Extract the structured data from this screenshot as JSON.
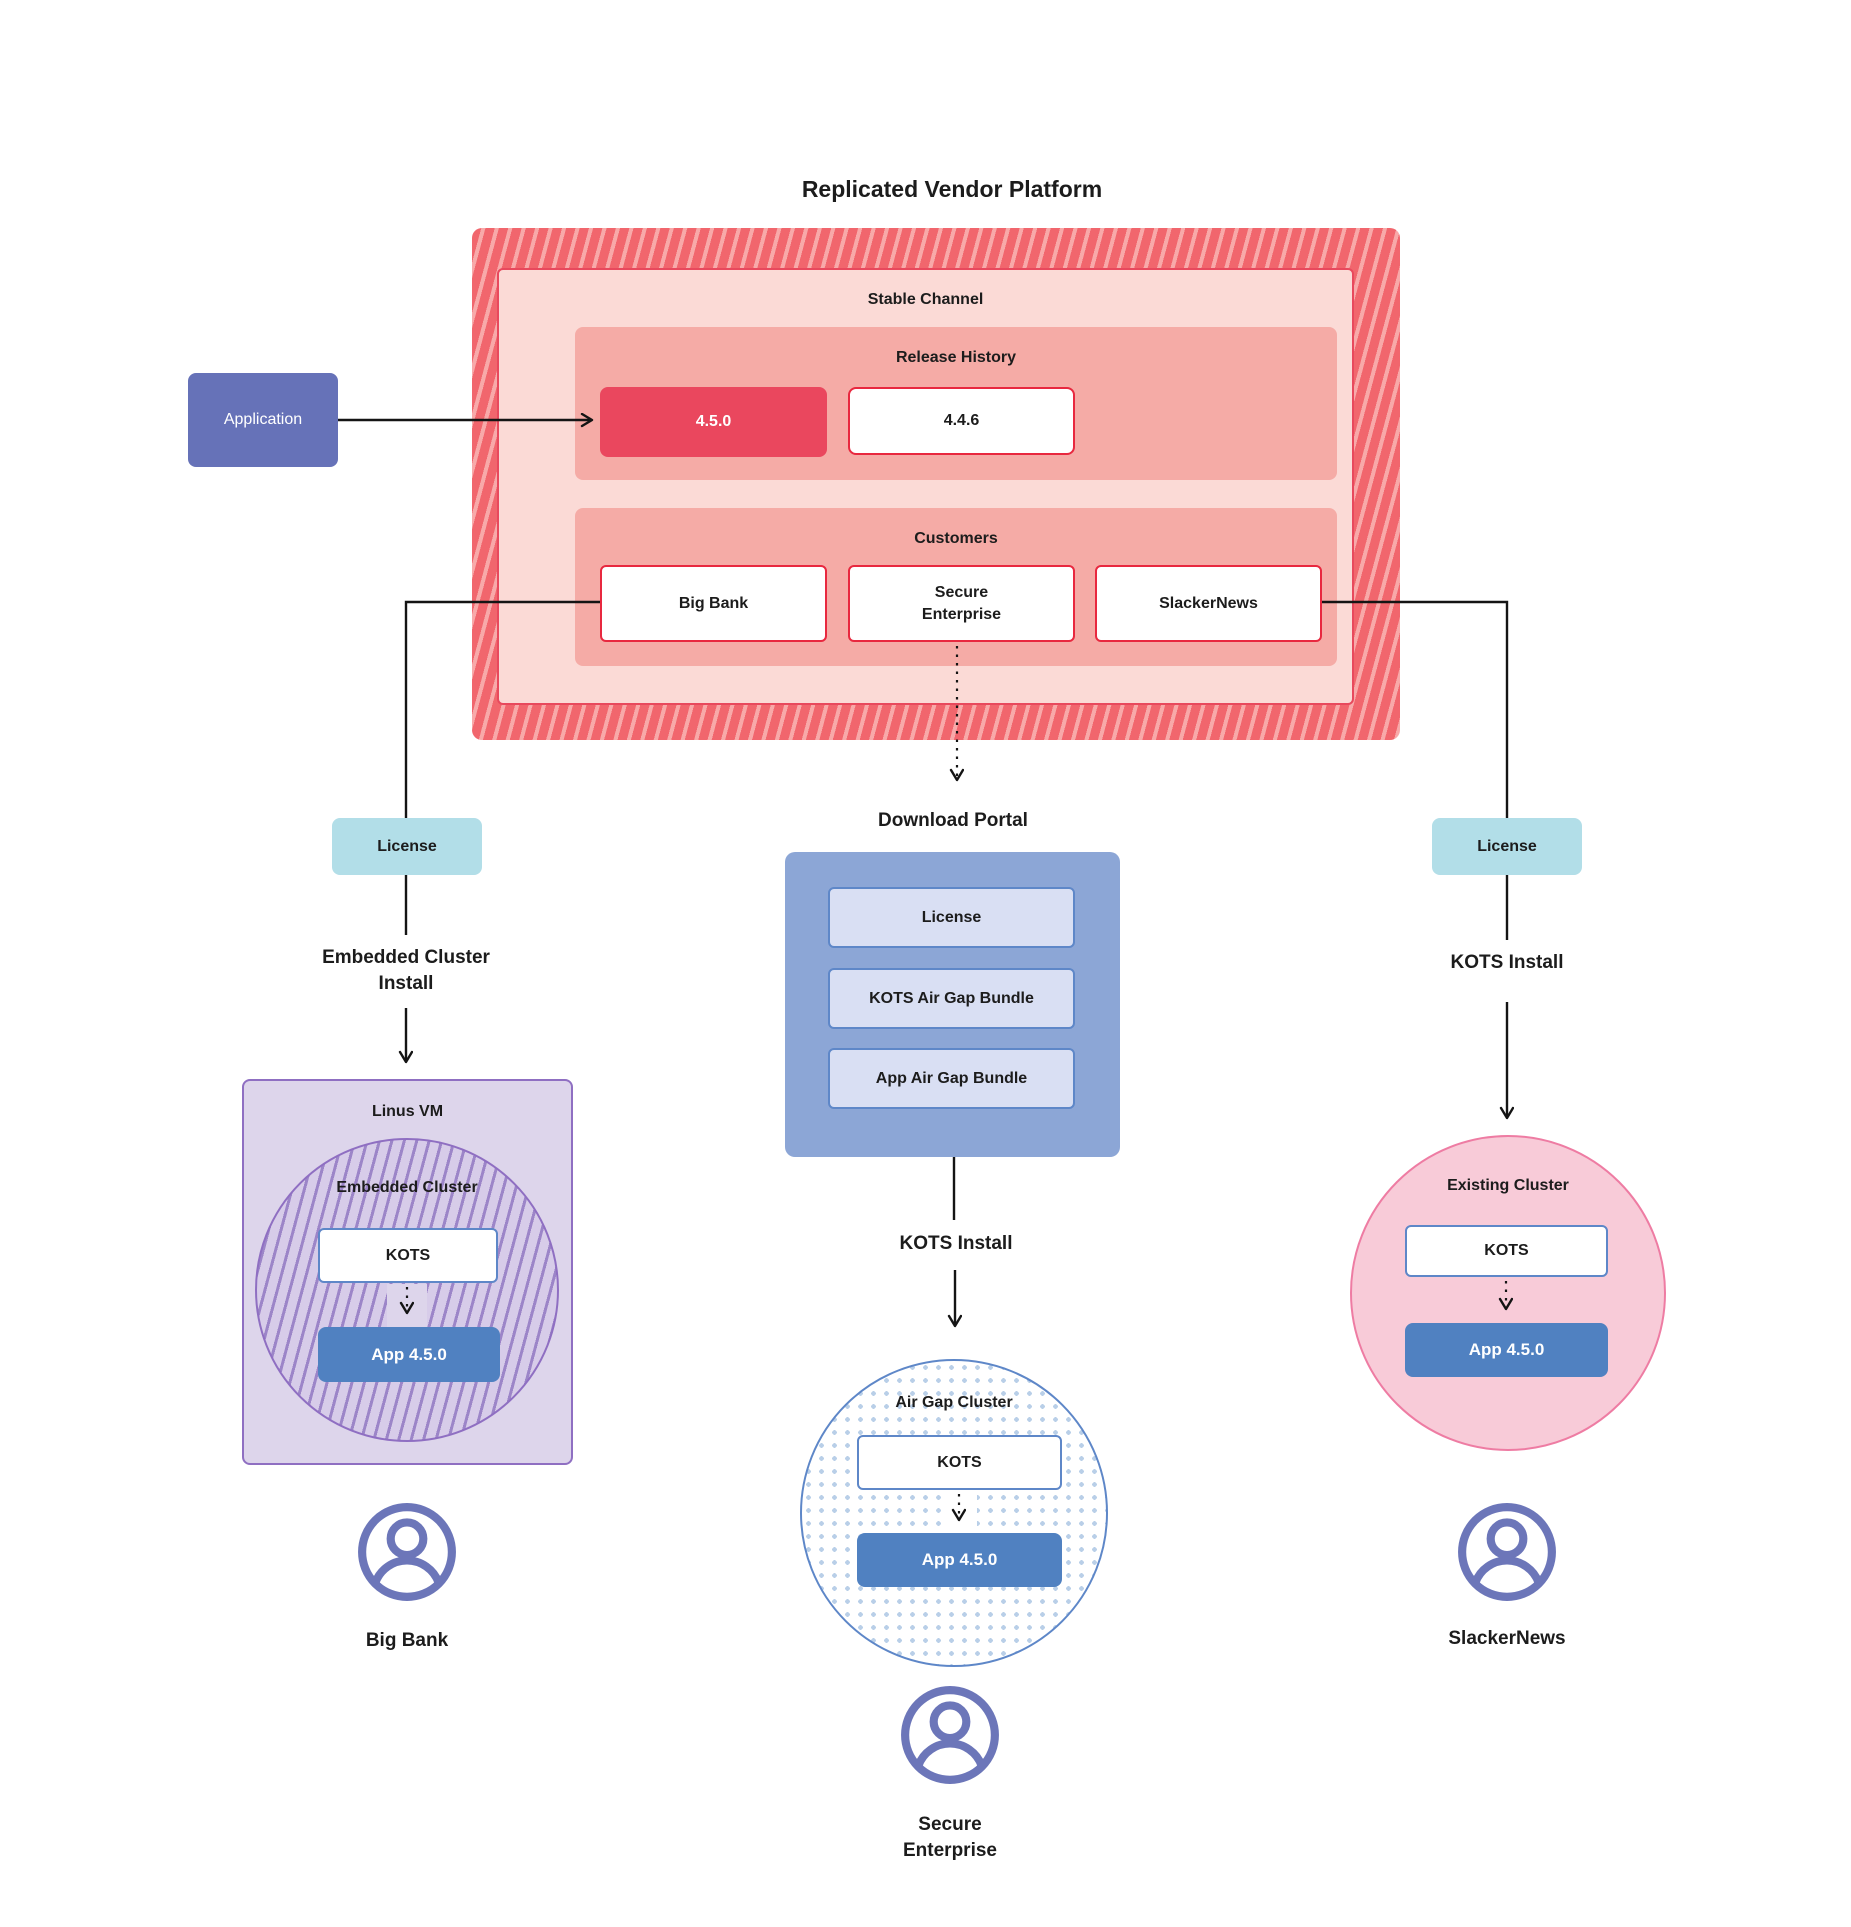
{
  "title": "Replicated Vendor Platform",
  "application_label": "Application",
  "platform": {
    "stable_channel_label": "Stable Channel",
    "release_history": {
      "label": "Release History",
      "current_version": "4.5.0",
      "previous_version": "4.4.6"
    },
    "customers": {
      "label": "Customers",
      "big_bank": "Big Bank",
      "secure_enterprise": "Secure\nEnterprise",
      "slackernews": "SlackerNews"
    }
  },
  "left_flow": {
    "license_label": "License",
    "install_label": "Embedded Cluster\nInstall",
    "vm_label": "Linus VM",
    "cluster_label": "Embedded Cluster",
    "kots_label": "KOTS",
    "app_label": "App 4.5.0",
    "customer_name": "Big Bank"
  },
  "middle_flow": {
    "portal_label": "Download  Portal",
    "portal_items": [
      "License",
      "KOTS Air Gap Bundle",
      "App Air Gap Bundle"
    ],
    "install_label": "KOTS Install",
    "cluster_label": "Air Gap Cluster",
    "kots_label": "KOTS",
    "app_label": "App 4.5.0",
    "customer_name": "Secure\nEnterprise"
  },
  "right_flow": {
    "license_label": "License",
    "install_label": "KOTS Install",
    "cluster_label": "Existing Cluster",
    "kots_label": "KOTS",
    "app_label": "App 4.5.0",
    "customer_name": "SlackerNews"
  },
  "colors": {
    "red_hatch_base": "#F1666D",
    "red_hatch_stripe": "#F8A9A9",
    "stable_fill": "#FBDAD6",
    "stable_border": "#E8495D",
    "section_fill": "#F5ABA6",
    "release_highlight": "#EA475E",
    "white_box_border": "#E8283F",
    "application_fill": "#6672B8",
    "license_fill": "#B2DEE8",
    "portal_fill": "#8CA6D6",
    "portal_item_fill": "#D9DFF3",
    "blue_border": "#5E87C8",
    "app_fill": "#5081C1",
    "purple_fill": "#DDD5EB",
    "purple_border": "#8F6FC2",
    "purple_stripe": "#9C85C8",
    "pink_fill": "#F8CBD8",
    "pink_border": "#EE7CA3",
    "dot_color": "#B9CFE8",
    "icon_color": "#6C76B9",
    "line_color": "#141414"
  }
}
